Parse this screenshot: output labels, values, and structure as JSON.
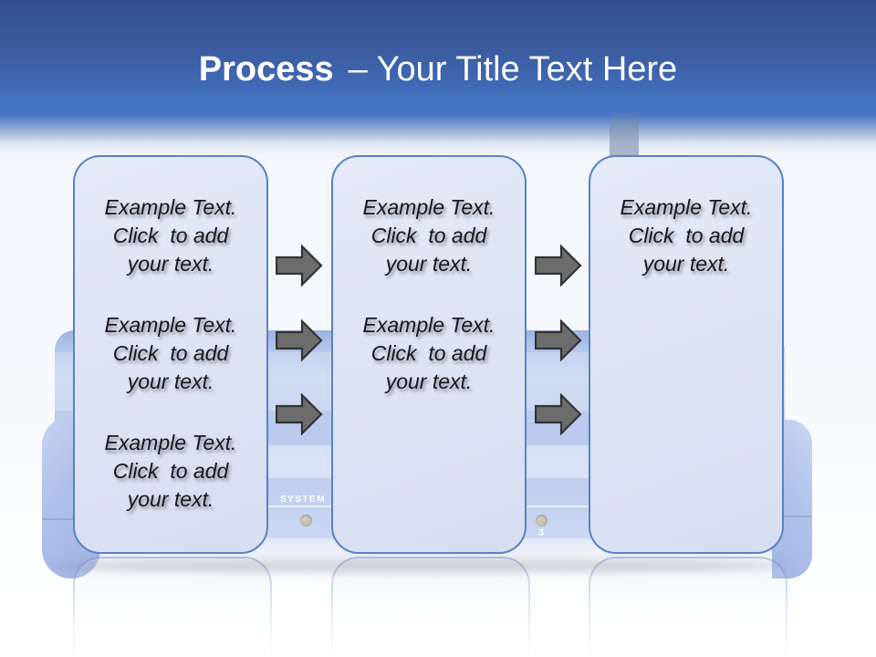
{
  "slide": {
    "title": {
      "bold": "Process",
      "rest": "– Your Title Text Here"
    }
  },
  "boxes": [
    {
      "name": "step-1",
      "paragraphs": [
        "Example Text.\nClick  to add\nyour text.",
        "Example Text.\nClick  to add\nyour text.",
        "Example Text.\nClick  to add\nyour text."
      ]
    },
    {
      "name": "step-2",
      "paragraphs": [
        "Example Text.\nClick  to add\nyour text.",
        "Example Text.\nClick  to add\nyour text."
      ]
    },
    {
      "name": "step-3",
      "paragraphs": [
        "Example Text.\nClick  to add\nyour text."
      ]
    }
  ],
  "arrows": {
    "count_between_1_2": 3,
    "count_between_2_3": 3,
    "direction": "right"
  },
  "background_device": {
    "system_label": "SYSTEM",
    "port_digit": "3"
  },
  "colors": {
    "header_top": "#334f8d",
    "header_bottom": "#4678c8",
    "title_text": "#ffffff",
    "box_fill": "#dde4f3",
    "box_border": "#5a81c6",
    "arrow_fill": "#6c6c6c",
    "arrow_outline": "#333333",
    "device_body": "#b9c9ee"
  }
}
